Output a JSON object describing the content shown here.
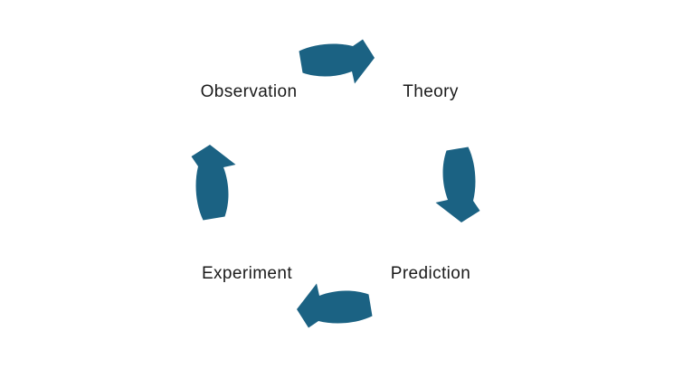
{
  "diagram": {
    "type": "cycle",
    "nodes": [
      {
        "id": "observation",
        "label": "Observation",
        "position": "top-left"
      },
      {
        "id": "theory",
        "label": "Theory",
        "position": "top-right"
      },
      {
        "id": "prediction",
        "label": "Prediction",
        "position": "bottom-right"
      },
      {
        "id": "experiment",
        "label": "Experiment",
        "position": "bottom-left"
      }
    ],
    "edges": [
      {
        "from": "observation",
        "to": "theory",
        "arrow": "curved-right-arrow"
      },
      {
        "from": "theory",
        "to": "prediction",
        "arrow": "curved-down-arrow"
      },
      {
        "from": "prediction",
        "to": "experiment",
        "arrow": "curved-left-arrow"
      },
      {
        "from": "experiment",
        "to": "observation",
        "arrow": "curved-up-arrow"
      }
    ],
    "colors": {
      "arrow": "#1b6283",
      "text": "#1a1a1a",
      "background": "#ffffff"
    }
  }
}
